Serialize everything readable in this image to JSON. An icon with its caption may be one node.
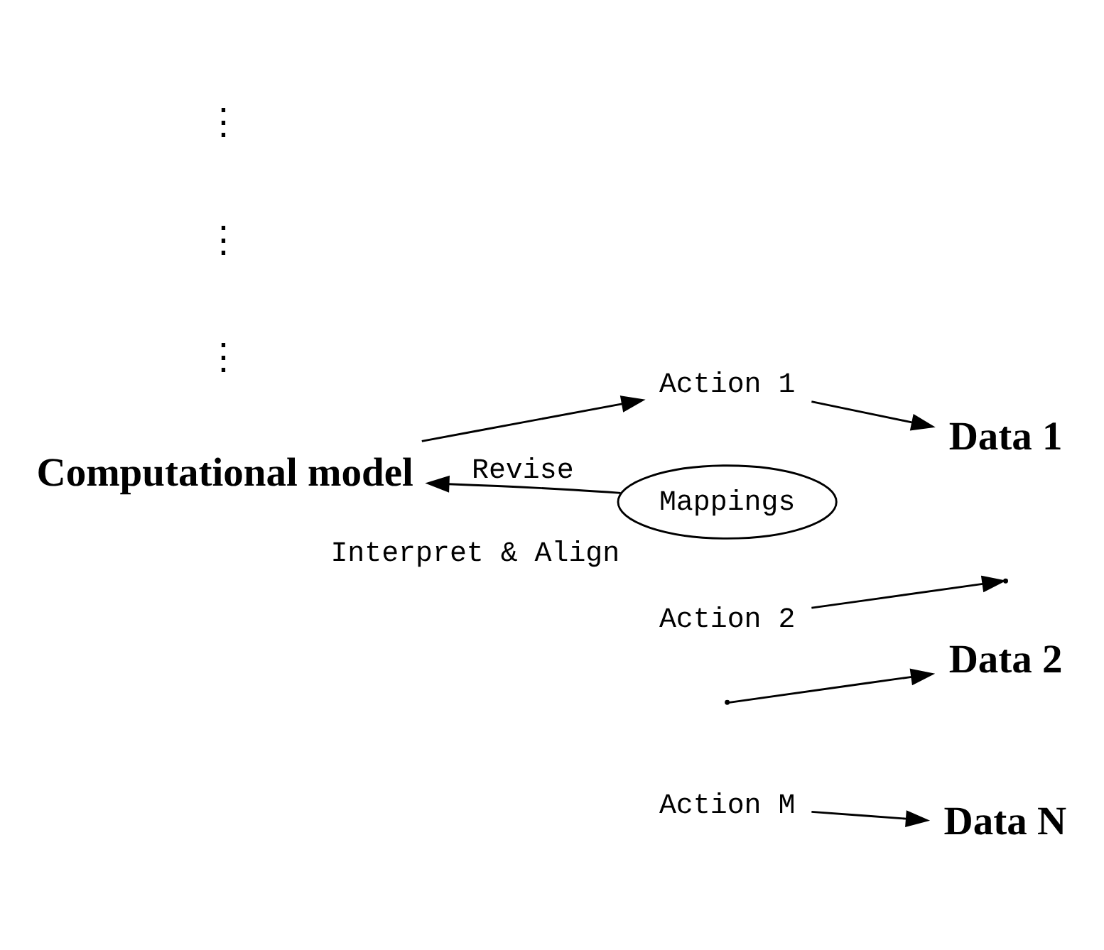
{
  "diagram": {
    "nodes": [
      {
        "text": [
          "Mappings"
        ],
        "beside": [
          "Interpret & Align"
        ]
      },
      {
        "text": [
          "Computational model"
        ]
      },
      {
        "text": [
          "Action 1"
        ]
      },
      {
        "text": [
          "Action 2"
        ]
      },
      {
        "text": [
          "Action M"
        ]
      },
      {
        "text": [
          "Data 1"
        ]
      },
      {
        "text": [
          "Data 2"
        ]
      },
      {
        "text": [
          "Data N"
        ]
      }
    ],
    "edges": [
      {
        "from": 0,
        "to": 1,
        "arrow": "to",
        "label": "Revise"
      },
      {
        "from": 1,
        "to": 2,
        "arrow": "to"
      },
      {
        "from": 2,
        "to": 5,
        "arrow": "to"
      },
      {
        "from": 3,
        "to": null,
        "arrow": "to"
      },
      {
        "from": null,
        "to": 6,
        "arrow": "to"
      },
      {
        "from": 4,
        "to": 7,
        "arrow": "to"
      }
    ],
    "labels": [
      "⋮",
      "⋮",
      "⋮"
    ]
  }
}
